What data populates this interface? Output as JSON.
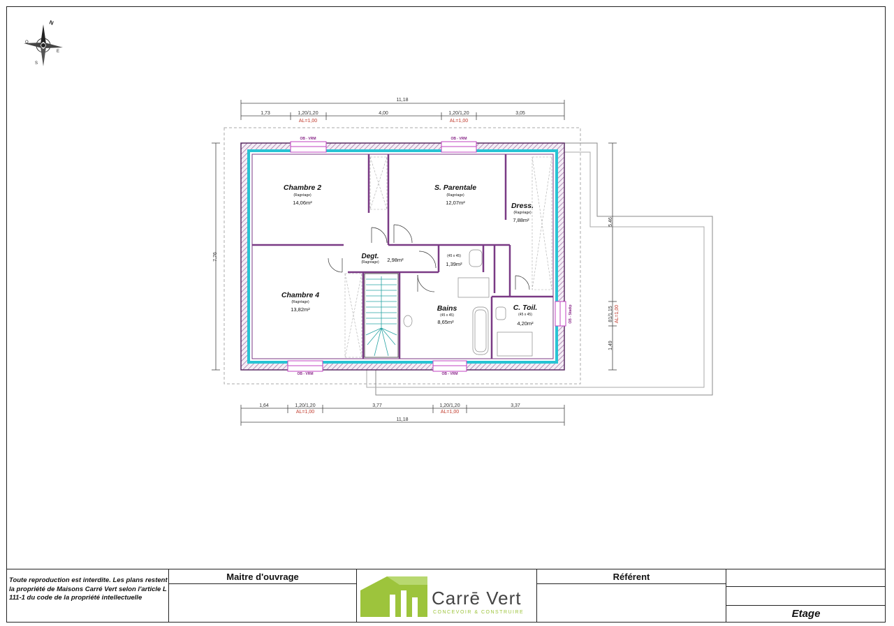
{
  "rooms": [
    {
      "name": "Chambre 2",
      "sub": "(Ragréage)",
      "area": "14,06m²"
    },
    {
      "name": "S. Parentale",
      "sub": "(Ragréage)",
      "area": "12,07m²"
    },
    {
      "name": "Dress.",
      "sub": "(Ragréage)",
      "area": "7,88m²"
    },
    {
      "name": "Degt.",
      "sub": "(Ragréage)",
      "area": "2,98m²"
    },
    {
      "name": "",
      "sub": "(45 x 45)",
      "area": "1,39m²"
    },
    {
      "name": "Chambre 4",
      "sub": "(Ragréage)",
      "area": "13,82m²"
    },
    {
      "name": "Bains",
      "sub": "(45 x 45)",
      "area": "8,65m²"
    },
    {
      "name": "C. Toil.",
      "sub": "(45 x 45)",
      "area": "4,20m²"
    }
  ],
  "dims_top": {
    "total": "11,18",
    "segments": [
      "1,73",
      "1,20/1,20",
      "4,00",
      "1,20/1,20",
      "3,05"
    ],
    "al": [
      "AL=1,00",
      "AL=1,00"
    ]
  },
  "dims_bottom": {
    "total": "11,18",
    "segments": [
      "1,64",
      "1,20/1,20",
      "3,77",
      "1,20/1,20",
      "3,37"
    ],
    "al": [
      "AL=1,00",
      "AL=1,00"
    ]
  },
  "dims_side": {
    "left": "7,76",
    "right_top": "5,46",
    "right_window": "81/1,15",
    "right_window_al": "AL=1,00",
    "right_bottom": "1,49"
  },
  "window_labels": {
    "top_left": "OB - VRM",
    "top_right": "OB - VRM",
    "bottom_left": "OB - VRM",
    "bottom_right": "OB - VRM",
    "right": "OB - Stadip"
  },
  "compass": {
    "n": "N",
    "s": "S",
    "e": "E",
    "o": "O"
  },
  "title_block": {
    "notice": "Toute reproduction est interdite. Les plans restent la propriété de Maisons Carré Vert selon l'article L 111-1 du code de la propriété intellectuelle",
    "maitre": "Maitre d'ouvrage",
    "referent": "Référent",
    "logo_name": "Carrē Vert",
    "logo_tagline": "CONCEVOIR & CONSTRUIRE",
    "level": "Etage"
  },
  "colors": {
    "wall": "#8a4a8f",
    "insul": "#28c4d4",
    "dim": "#c0392b",
    "logo": "#9dc43c",
    "win": "#c040c0"
  }
}
